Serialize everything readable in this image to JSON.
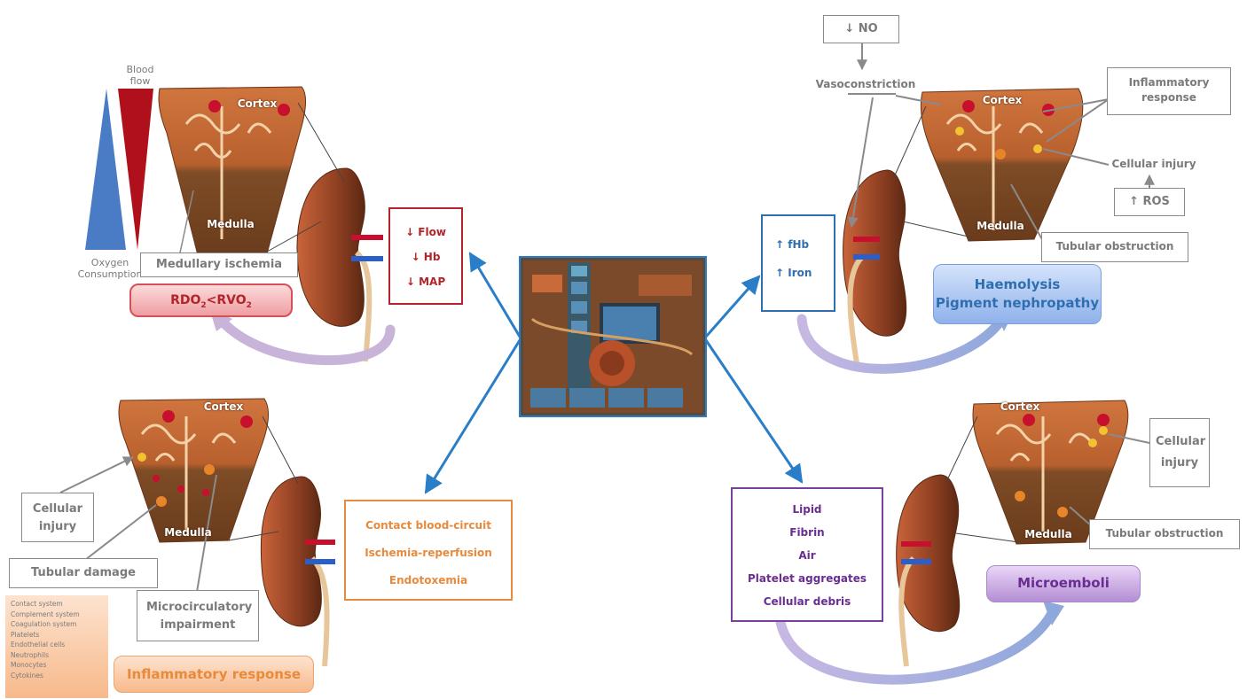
{
  "colors": {
    "red": "#b3242b",
    "blue": "#2f6fb0",
    "orange": "#e88a3c",
    "purple": "#7a3fa0",
    "grey": "#8a8a8a",
    "cortex": "#c96a3a",
    "medulla": "#7a4a24",
    "arrow": "#2a7ec8"
  },
  "center": {
    "image_icon": "ecmo-machine-icon"
  },
  "top_left": {
    "cortex": "Cortex",
    "medulla": "Medulla",
    "blood_flow": "Blood\nflow",
    "oxygen_consumption": "Oxygen\nConsumption",
    "medullary_ischemia": "Medullary ischemia",
    "rdo2_main": "RDO",
    "rdo2_sub": "2",
    "rdo2_lt": "<RVO",
    "rvo2_sub": "2",
    "causes": [
      "↓ Flow",
      "↓ Hb",
      "↓ MAP"
    ]
  },
  "top_right": {
    "no": "↓ NO",
    "vasoconstriction": "Vasoconstriction",
    "inflammatory_response": "Inflammatory response",
    "cellular_injury": "Cellular injury",
    "ros": "↑ ROS",
    "tubular_obstruction": "Tubular obstruction",
    "cortex": "Cortex",
    "medulla": "Medulla",
    "causes": [
      "↑ fHb",
      "↑ Iron"
    ],
    "haemolysis": "Haemolysis",
    "pigment": "Pigment nephropathy"
  },
  "bottom_left": {
    "cortex": "Cortex",
    "medulla": "Medulla",
    "cellular_injury": "Cellular injury",
    "tubular_damage": "Tubular damage",
    "microcirculatory": "Microcirculatory impairment",
    "sources": [
      "Contact system",
      "Complement system",
      "Coagulation system",
      "Platelets",
      "Endothelial cells",
      "Neutrophils",
      "Monocytes",
      "Cytokines"
    ],
    "inflammatory_response": "Inflammatory response",
    "causes": [
      "Contact blood-circuit",
      "Ischemia-reperfusion",
      "Endotoxemia"
    ]
  },
  "bottom_right": {
    "cortex": "Cortex",
    "medulla": "Medulla",
    "cellular_injury": "Cellular injury",
    "tubular_obstruction": "Tubular obstruction",
    "causes": [
      "Lipid",
      "Fibrin",
      "Air",
      "Platelet aggregates",
      "Cellular debris"
    ],
    "microemboli": "Microemboli"
  }
}
